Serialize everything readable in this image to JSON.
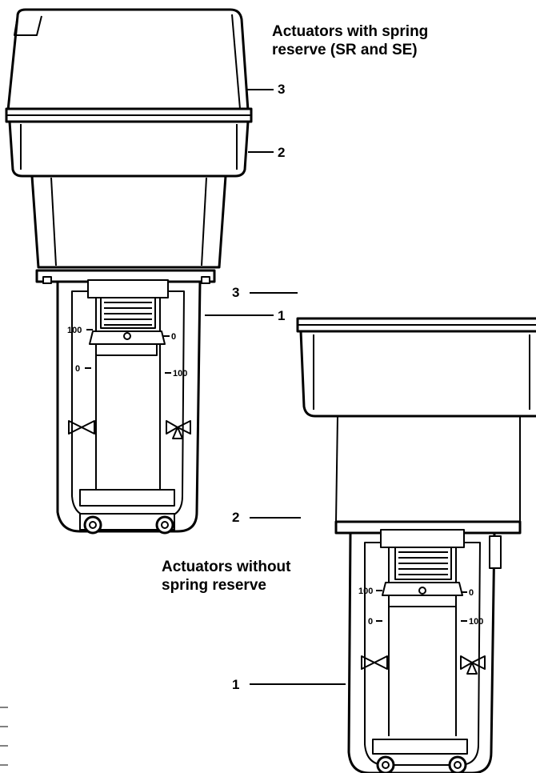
{
  "captions": {
    "spring": "Actuators with spring\nreserve (SR and SE)",
    "no_spring": "Actuators without\nspring reserve"
  },
  "callouts": {
    "top": [
      "3",
      "2",
      "1"
    ],
    "bottom": [
      "3",
      "2",
      "1"
    ]
  },
  "scale_labels": {
    "left_top": "100",
    "left_bottom": "0",
    "right_top": "0",
    "right_bottom": "100"
  }
}
